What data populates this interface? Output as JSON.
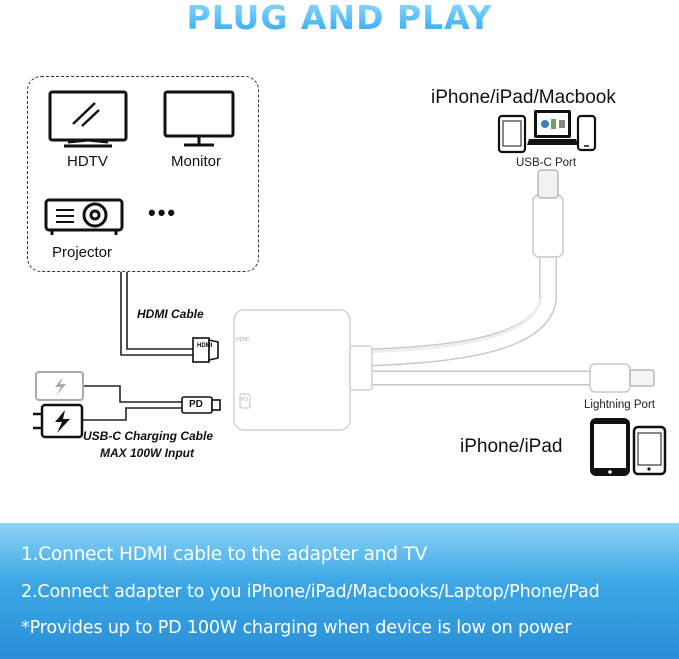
{
  "title": "PLUG AND PLAY",
  "devices": {
    "hdtv": "HDTV",
    "monitor": "Monitor",
    "projector": "Projector",
    "more": "•••"
  },
  "labels": {
    "hdmi_cable": "HDMI Cable",
    "hdmi_plug": "HDMI",
    "pd_plug": "PD",
    "charging_line1": "USB-C Charging Cable",
    "charging_line2": "MAX 100W Input",
    "top_device": "iPhone/iPad/Macbook",
    "usbc_port": "USB-C Port",
    "lightning_port": "Lightning Port",
    "bottom_device": "iPhone/iPad",
    "adapter_hdmi": "HDMI",
    "adapter_pd": "PD"
  },
  "steps": {
    "step1": "1.Connect HDMl cable to the adapter and TV",
    "step2": "2.Connect adapter to you iPhone/iPad/Macbooks/Laptop/Phone/Pad",
    "note": "*Provides up to PD 100W charging when device is low on power"
  },
  "colors": {
    "title_gradient_top": "#8fd9ff",
    "title_gradient_bottom": "#2fa8ee",
    "footer_blue": "#2a8fd6"
  }
}
